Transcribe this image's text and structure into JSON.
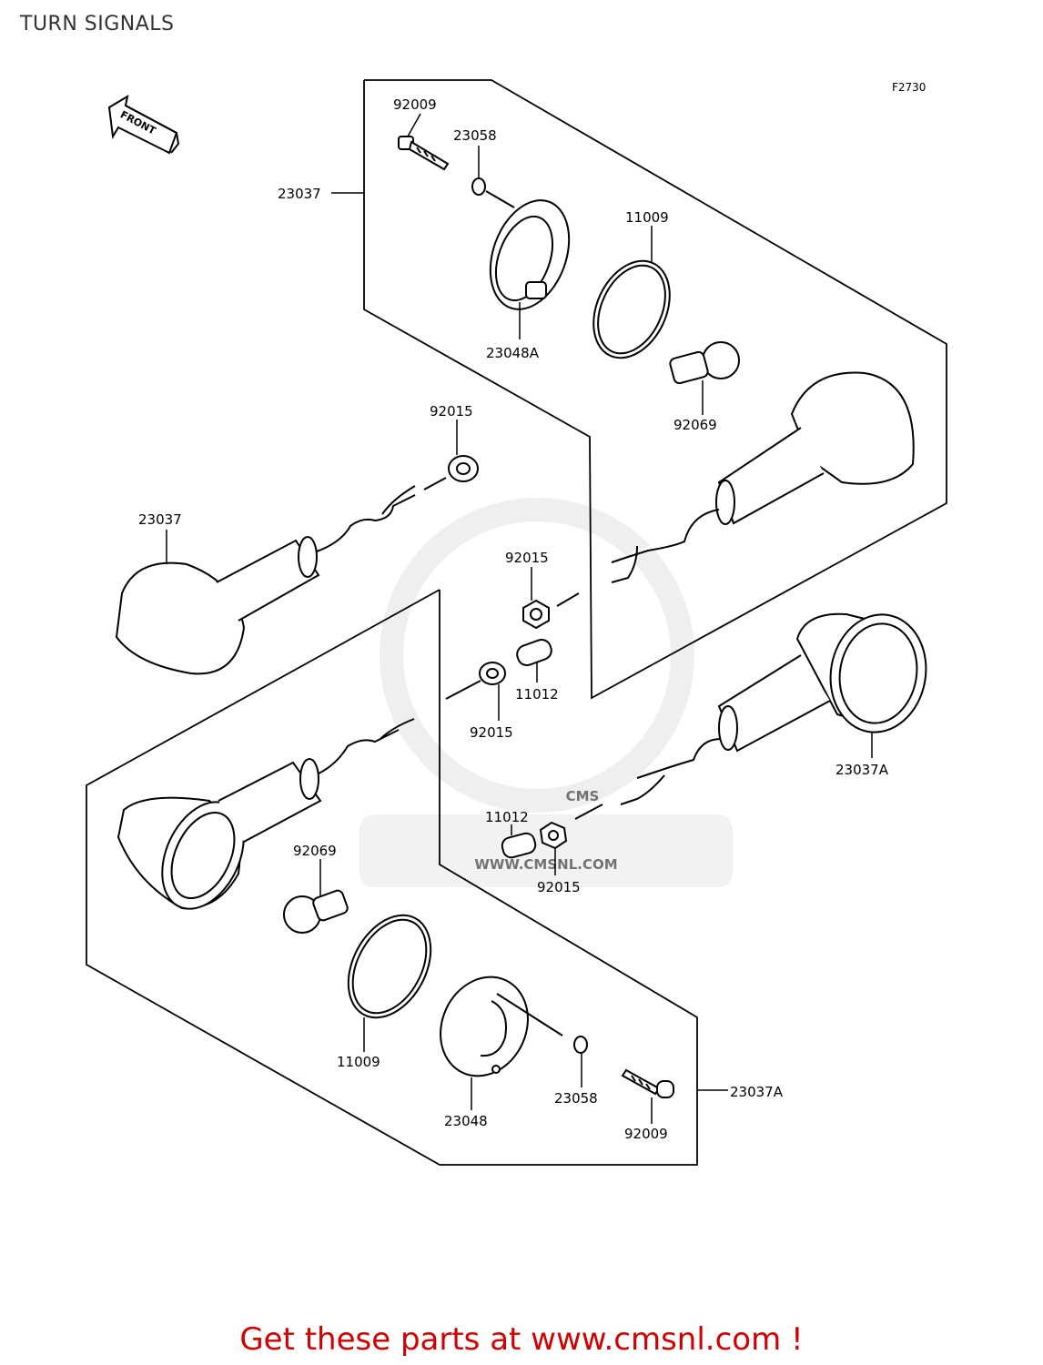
{
  "page_title": "TURN SIGNALS",
  "figure_code": "F2730",
  "front_indicator": "FRONT",
  "watermark": {
    "logo_text": "CMS",
    "site_text": "WWW.CMSNL.COM"
  },
  "callouts": [
    "92009",
    "23058",
    "23037",
    "11009",
    "23048A",
    "92069",
    "92015",
    "23037",
    "92015",
    "11012",
    "92015",
    "23037A",
    "11012",
    "92015",
    "92069",
    "11009",
    "23048",
    "23058",
    "92009",
    "23037A"
  ],
  "footer": {
    "cta": "Get these parts at www.cmsnl.com !"
  },
  "colors": {
    "line": "#000000",
    "title": "#333333",
    "cta": "#d10000",
    "watermark": "#d9d9d9"
  }
}
